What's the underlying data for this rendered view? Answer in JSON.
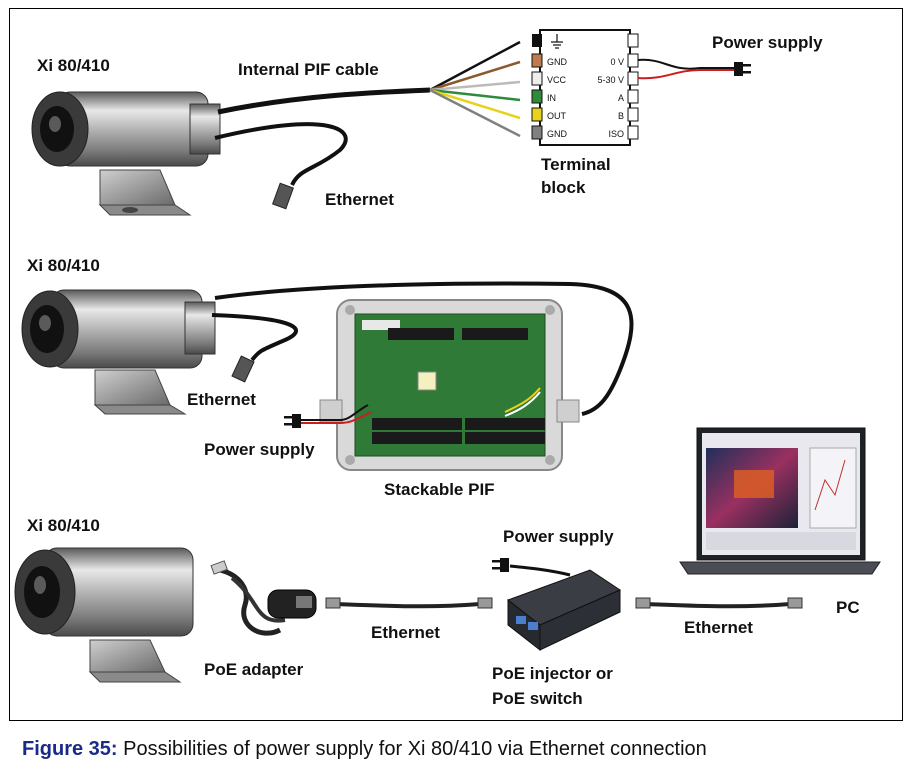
{
  "section1": {
    "camera_label": "Xi 80/410",
    "cable_label": "Internal PIF cable",
    "ethernet_label": "Ethernet",
    "power_label": "Power supply",
    "terminal_block_label_line1": "Terminal",
    "terminal_block_label_line2": "block",
    "terminal_left": [
      "GND",
      "VCC",
      "IN",
      "OUT",
      "GND"
    ],
    "terminal_right": [
      "0 V",
      "5-30 V",
      "A",
      "B",
      "ISO"
    ]
  },
  "section2": {
    "camera_label": "Xi 80/410",
    "ethernet_label": "Ethernet",
    "power_label": "Power supply",
    "pif_label": "Stackable PIF"
  },
  "section3": {
    "camera_label": "Xi 80/410",
    "poe_adapter_label": "PoE adapter",
    "ethernet_left_label": "Ethernet",
    "power_label": "Power supply",
    "injector_label_line1": "PoE injector or",
    "injector_label_line2": "PoE switch",
    "ethernet_right_label": "Ethernet",
    "pc_label": "PC"
  },
  "caption": {
    "figure": "Figure 35:",
    "text": " Possibilities of power supply for Xi 80/410 via Ethernet connection"
  },
  "colors": {
    "wire_brown": "#8b5a2b",
    "wire_white": "#dddddd",
    "wire_green": "#2e8b3a",
    "wire_yellow": "#e8d21a",
    "wire_grey": "#808080",
    "power_red": "#cc1e1e",
    "pcb_green": "#2f7a36",
    "caption_blue": "#1a2a8a"
  }
}
